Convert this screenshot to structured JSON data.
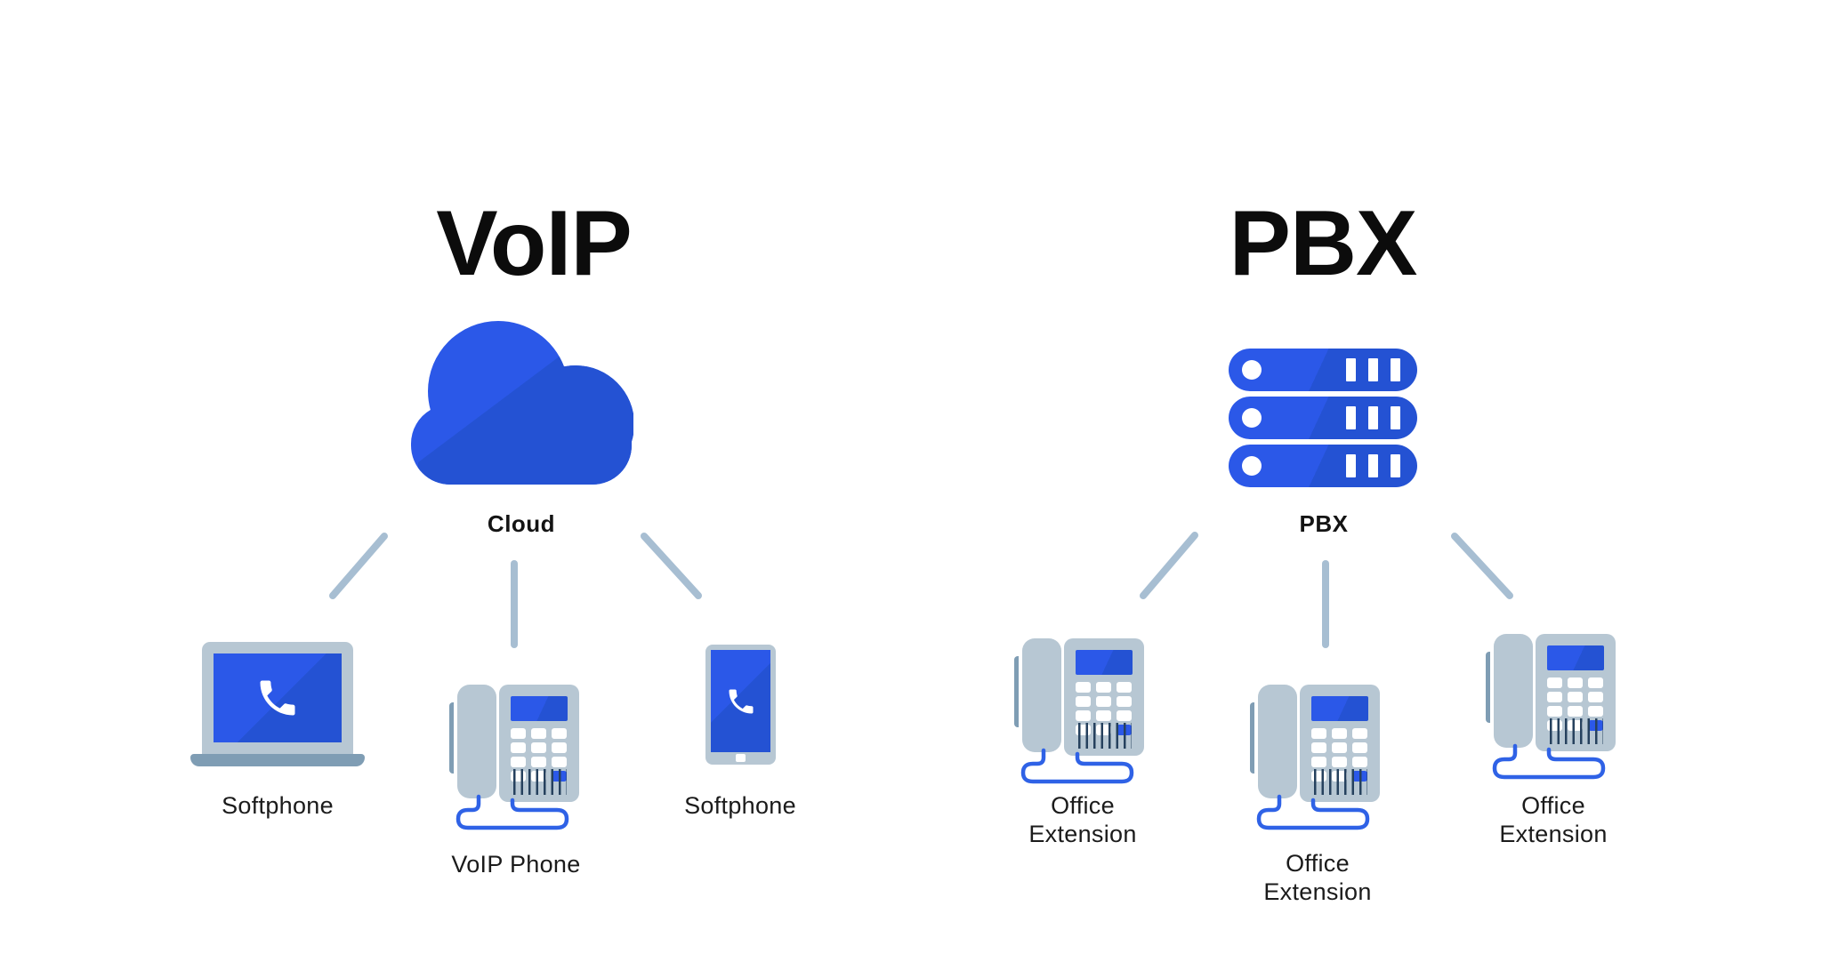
{
  "colors": {
    "blue": "#2b58e8",
    "blue_dark": "#2452d3",
    "device_gray": "#b7c7d3",
    "device_gray_dark": "#7f9db4",
    "grill_dark": "#26415e",
    "cord_blue": "#2f62e6",
    "connector_gray": "#a7bed2",
    "text_dark": "#161616"
  },
  "voip": {
    "title": "VoIP",
    "hub": {
      "label": "Cloud",
      "icon": "cloud-icon"
    },
    "devices": [
      {
        "icon": "laptop-softphone-icon",
        "label": "Softphone"
      },
      {
        "icon": "desk-phone-icon",
        "label": "VoIP Phone"
      },
      {
        "icon": "smartphone-softphone-icon",
        "label": "Softphone"
      }
    ]
  },
  "pbx": {
    "title": "PBX",
    "hub": {
      "label": "PBX",
      "icon": "server-stack-icon"
    },
    "devices": [
      {
        "icon": "desk-phone-icon",
        "label": "Office Extension"
      },
      {
        "icon": "desk-phone-icon",
        "label": "Office Extension"
      },
      {
        "icon": "desk-phone-icon",
        "label": "Office Extension"
      }
    ]
  }
}
